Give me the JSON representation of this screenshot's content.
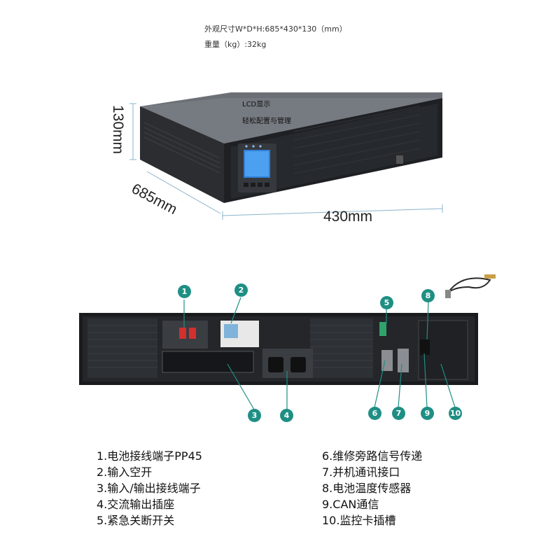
{
  "specs": {
    "dimensions": "外观尺寸W*D*H:685*430*130（mm）",
    "weight": "重量（kg）:32kg"
  },
  "front_view": {
    "lcd_callout_line1": "LCD显示",
    "lcd_callout_line2": "轻松配置与管理",
    "height_label": "130mm",
    "depth_label": "685mm",
    "width_label": "430mm"
  },
  "rear_view": {
    "markers": [
      "1",
      "2",
      "3",
      "4",
      "5",
      "6",
      "7",
      "8",
      "9",
      "10"
    ],
    "marker_color": "#1f8f84"
  },
  "legend": {
    "left": [
      "1.电池接线端子PP45",
      "2.输入空开",
      "3.输入/输出接线端子",
      "4.交流输出插座",
      "5.紧急关断开关"
    ],
    "right": [
      "6.维修旁路信号传递",
      "7.并机通讯接口",
      "8.电池温度传感器",
      "9.CAN通信",
      "10.监控卡插槽"
    ]
  }
}
